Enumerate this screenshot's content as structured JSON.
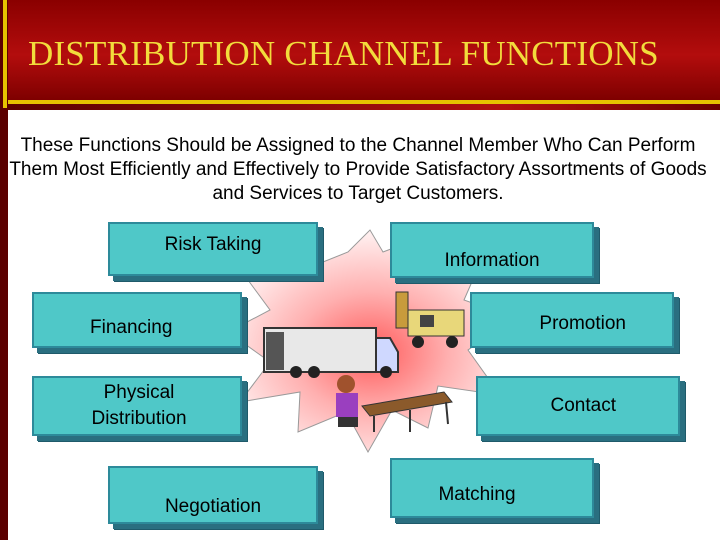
{
  "slide": {
    "title": "DISTRIBUTION CHANNEL FUNCTIONS",
    "intro": "These Functions Should be Assigned to the Channel Member Who Can Perform Them Most Efficiently and Effectively to Provide Satisfactory Assortments of Goods and Services to Target Customers."
  },
  "functions": {
    "risk_taking": "Risk Taking",
    "information": "Information",
    "financing": "Financing",
    "promotion": "Promotion",
    "physical_distribution": "Physical Distribution",
    "contact": "Contact",
    "negotiation": "Negotiation",
    "matching": "Matching"
  },
  "colors": {
    "title_text": "#f2dc3c",
    "title_background": "#b30d0d",
    "box_fill": "#4fc8c8",
    "box_shadow": "#2a6f80",
    "burst_center": "#ff6a6a"
  },
  "illustration": [
    "truck-icon",
    "forklift-icon",
    "worker-at-conveyor-icon"
  ]
}
